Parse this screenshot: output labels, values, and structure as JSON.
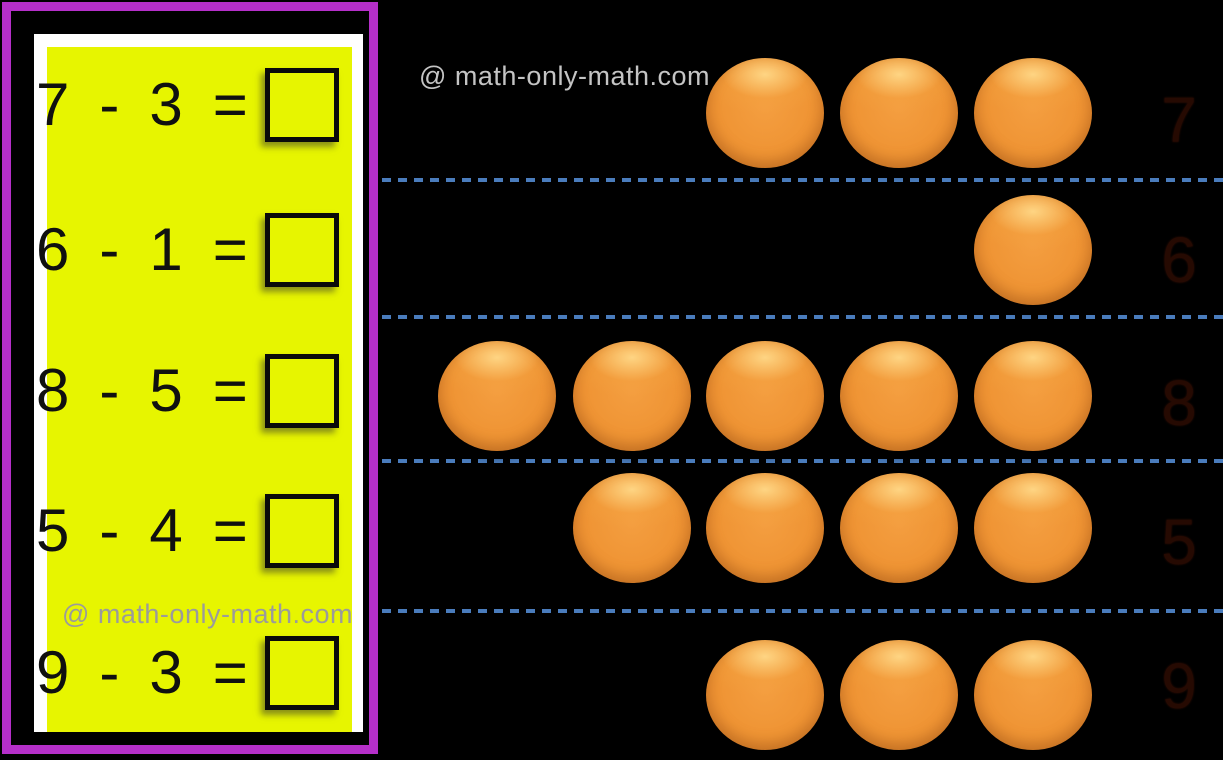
{
  "page": {
    "background_color": "#000000"
  },
  "worksheet_panel": {
    "border_color": "#b52fc9",
    "frame_color": "#000000",
    "sheet_color": "#ffffff",
    "card_color": "#e7f500",
    "text_color": "#101010",
    "watermark": "@ math-only-math.com",
    "watermark_color": "#9b9b9b",
    "equations": [
      {
        "minuend": "7",
        "operator": "-",
        "subtrahend": "3",
        "equals_sign": "=",
        "answer": ""
      },
      {
        "minuend": "6",
        "operator": "-",
        "subtrahend": "1",
        "equals_sign": "=",
        "answer": ""
      },
      {
        "minuend": "8",
        "operator": "-",
        "subtrahend": "5",
        "equals_sign": "=",
        "answer": ""
      },
      {
        "minuend": "5",
        "operator": "-",
        "subtrahend": "4",
        "equals_sign": "=",
        "answer": ""
      },
      {
        "minuend": "9",
        "operator": "-",
        "subtrahend": "3",
        "equals_sign": "=",
        "answer": ""
      }
    ]
  },
  "counter_board": {
    "watermark": "@ math-only-math.com",
    "watermark_color": "#c4c4c4",
    "counter_color": "#ef9434",
    "divider_color": "#4a7cbc",
    "number_color": "#260a02",
    "rows": [
      {
        "counters": 3,
        "number": "7"
      },
      {
        "counters": 1,
        "number": "6"
      },
      {
        "counters": 5,
        "number": "8"
      },
      {
        "counters": 4,
        "number": "5"
      },
      {
        "counters": 3,
        "number": "9"
      }
    ]
  }
}
